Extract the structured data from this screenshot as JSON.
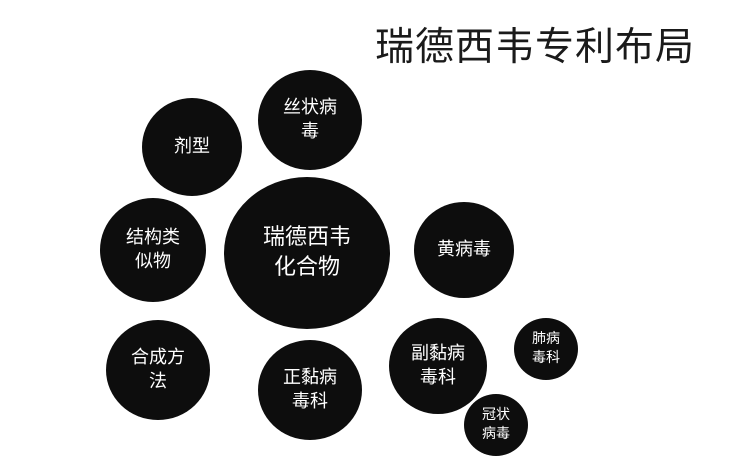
{
  "title": "瑞德西韦专利布局",
  "center": {
    "label": "瑞德西韦\n化合物"
  },
  "nodes": {
    "filovirus": {
      "label": "丝状病\n毒"
    },
    "formulation": {
      "label": "剂型"
    },
    "analogs": {
      "label": "结构类\n似物"
    },
    "synthesis": {
      "label": "合成方\n法"
    },
    "orthomyxovirus": {
      "label": "正黏病\n毒科"
    },
    "paramyxovirus": {
      "label": "副黏病\n毒科"
    },
    "flavivirus": {
      "label": "黄病毒"
    },
    "pneumovirus": {
      "label": "肺病\n毒科"
    },
    "coronavirus": {
      "label": "冠状\n病毒"
    }
  },
  "colors": {
    "node_fill": "#0d0d0d",
    "node_text": "#ffffff",
    "title_text": "#1a1a1a",
    "background": "#ffffff"
  }
}
